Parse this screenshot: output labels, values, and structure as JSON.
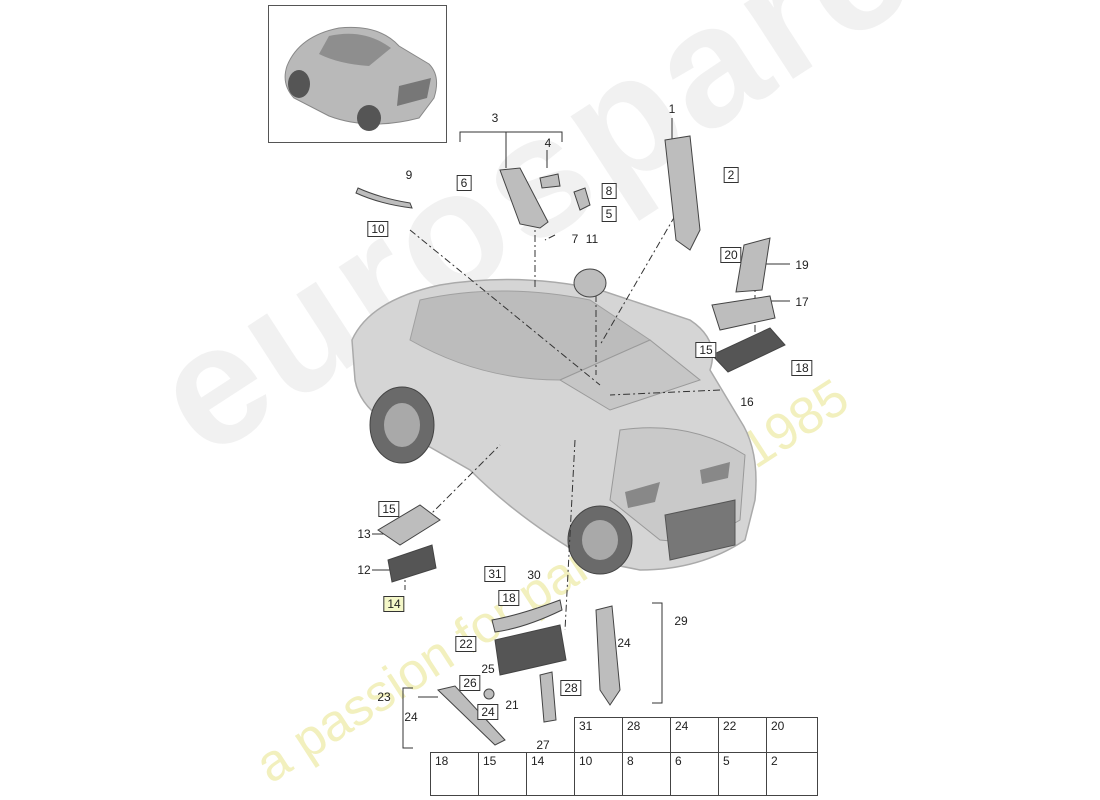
{
  "watermark": {
    "brand": "eurospares",
    "tagline": "a passion for parts since 1985"
  },
  "callouts": {
    "n1": "1",
    "n3": "3",
    "n4": "4",
    "n7": "7",
    "n9": "9",
    "n11": "11",
    "n12": "12",
    "n13": "13",
    "n16": "16",
    "n17": "17",
    "n19": "19",
    "n21": "21",
    "n23": "23",
    "n24a": "24",
    "n24b": "24",
    "n25": "25",
    "n27": "27",
    "n29": "29",
    "n30": "30"
  },
  "boxed": {
    "b2": "2",
    "b5": "5",
    "b6": "6",
    "b8": "8",
    "b10": "10",
    "b14": "14",
    "b15a": "15",
    "b15b": "15",
    "b18a": "18",
    "b18b": "18",
    "b20": "20",
    "b22": "22",
    "b24": "24",
    "b26": "26",
    "b28": "28",
    "b31": "31"
  },
  "fasteners": {
    "top_row": [
      "31",
      "28",
      "24",
      "22",
      "20"
    ],
    "bottom_row": [
      "18",
      "15",
      "14",
      "10",
      "8",
      "6",
      "5",
      "2"
    ]
  },
  "colors": {
    "line": "#333333",
    "part_fill": "#bdbdbd",
    "car_fill": "#cfcfcf",
    "highlight_box": "#f4f7c8",
    "watermark_brand": "#d7d7d7",
    "watermark_tagline": "#e2de6e"
  }
}
